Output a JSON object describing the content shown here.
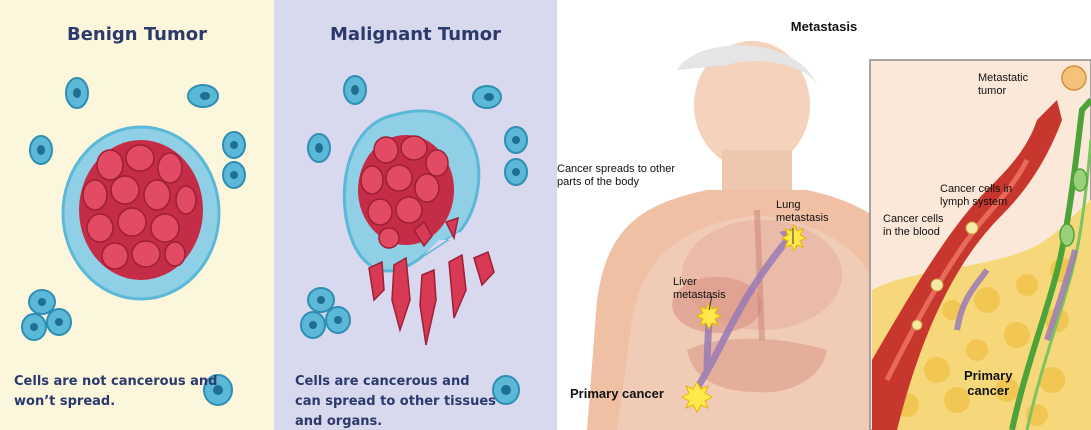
{
  "benign": {
    "title": "Benign Tumor",
    "caption_line1": "Cells are not cancerous and",
    "caption_line2": "won’t spread."
  },
  "malignant": {
    "title": "Malignant Tumor",
    "caption_line1": "Cells are cancerous and",
    "caption_line2": "can spread to other tissues",
    "caption_line3": "and organs."
  },
  "metastasis": {
    "title": "Metastasis",
    "spread_line1": "Cancer spreads to other",
    "spread_line2": "parts of the body",
    "lung_line1": "Lung",
    "lung_line2": "metastasis",
    "liver_line1": "Liver",
    "liver_line2": "metastasis",
    "primary_cancer": "Primary cancer",
    "met_tumor_line1": "Metastatic",
    "met_tumor_line2": "tumor",
    "lymph_line1": "Cancer cells in",
    "lymph_line2": "lymph system",
    "blood_line1": "Cancer cells",
    "blood_line2": "in the blood",
    "inset_primary_line1": "Primary",
    "inset_primary_line2": "cancer"
  },
  "colors": {
    "benign_bg": "#fbf6dc",
    "malignant_bg": "#d8d8ee",
    "normal_cell": "#5bb8d6",
    "tumor_cell": "#d83a55",
    "capsule": "#8fd0e6"
  }
}
